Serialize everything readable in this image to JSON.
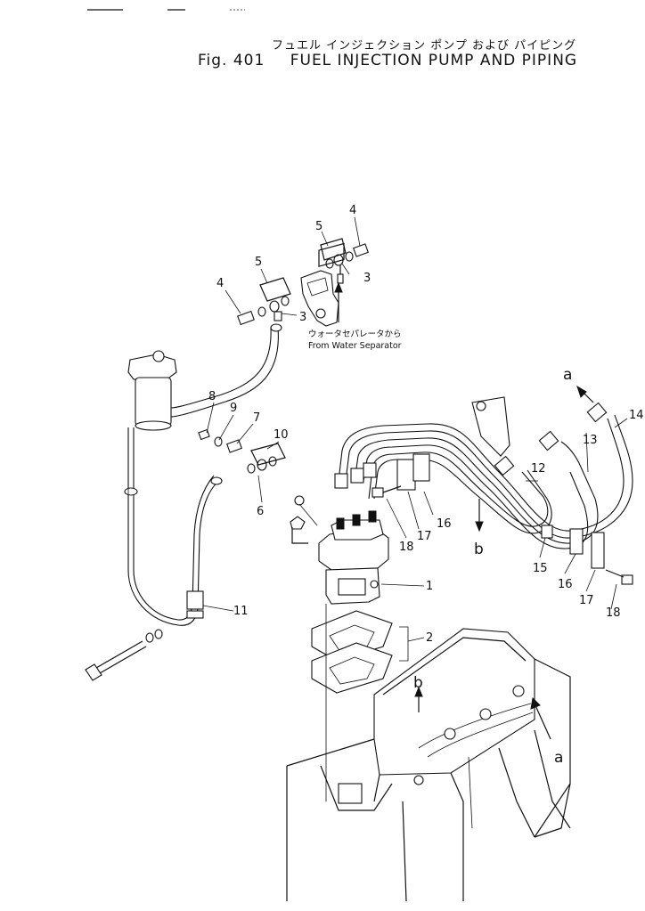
{
  "header": {
    "title_jp": "フュエル インジェクション ポンプ および パイピング",
    "fig_label": "Fig. 401",
    "title_en": "FUEL INJECTION PUMP AND PIPING"
  },
  "notes": {
    "from_jp": "ウォータセパレータから",
    "from_en": "From Water Separator"
  },
  "callouts": {
    "n1": "1",
    "n2": "2",
    "n3a": "3",
    "n3b": "3",
    "n4a": "4",
    "n4b": "4",
    "n5a": "5",
    "n5b": "5",
    "n6": "6",
    "n7": "7",
    "n8": "8",
    "n9": "9",
    "n10": "10",
    "n11": "11",
    "n12": "12",
    "n13": "13",
    "n14": "14",
    "n15": "15",
    "n16a": "16",
    "n16b": "16",
    "n17a": "17",
    "n17b": "17",
    "n18a": "18",
    "n18b": "18"
  },
  "letters": {
    "a_top": "a",
    "a_bottom": "a",
    "b_top": "b",
    "b_bottom": "b"
  }
}
